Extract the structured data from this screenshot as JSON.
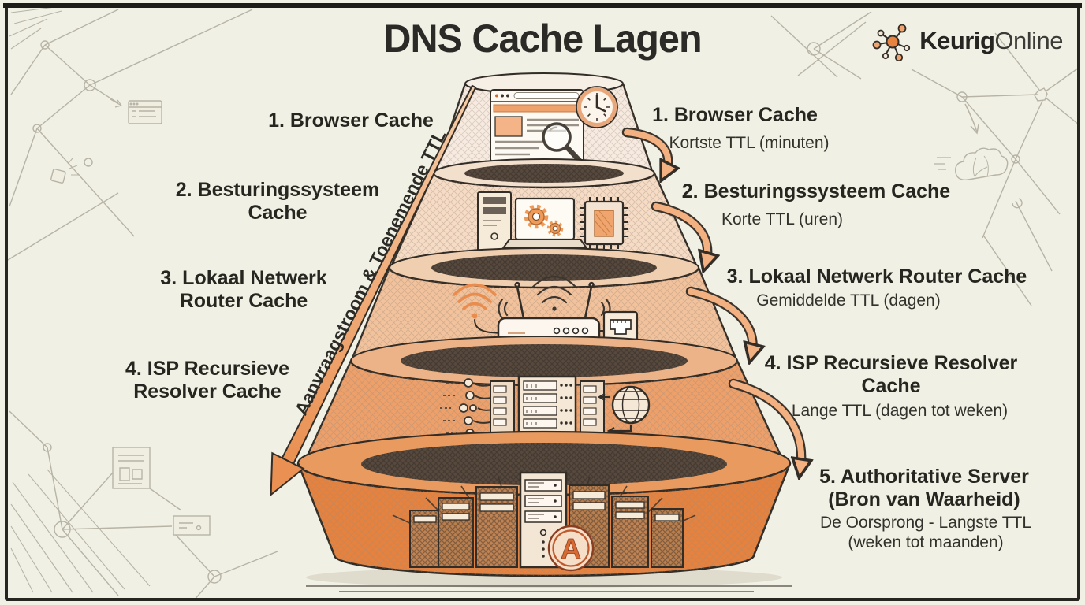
{
  "title": "DNS Cache Lagen",
  "logo": {
    "brand_bold": "Keurig",
    "brand_light": "Online",
    "icon": "network-hub-icon",
    "accent_color": "#e8823f"
  },
  "flow_arrow": {
    "label": "Aanvraagstroom & Toenemende TTL",
    "direction": "top-right to bottom-left"
  },
  "colors": {
    "background": "#f1f0e5",
    "ink": "#332d27",
    "accent": "#e8823f",
    "tier_colors": [
      "#f7ebe1",
      "#f6dcc5",
      "#f2c29c",
      "#eda06a",
      "#e5823f"
    ]
  },
  "pyramid": {
    "a_badge": "A",
    "tier_count": 5
  },
  "layers": [
    {
      "left_label": "1. Browser Cache",
      "right_title": "1. Browser Cache",
      "right_sub": "Kortste TTL (minuten)",
      "icons": [
        "browser-window-icon",
        "magnifier-icon",
        "clock-icon"
      ]
    },
    {
      "left_label": "2. Besturingssysteem Cache",
      "right_title": "2. Besturingssysteem Cache",
      "right_sub": "Korte TTL (uren)",
      "icons": [
        "pc-tower-icon",
        "laptop-gears-icon",
        "cpu-chip-icon"
      ]
    },
    {
      "left_label": "3. Lokaal Netwerk Router Cache",
      "right_title": "3. Lokaal Netwerk Router Cache",
      "right_sub": "Gemiddelde TTL (dagen)",
      "icons": [
        "wifi-icon",
        "router-icon",
        "ethernet-port-icon"
      ]
    },
    {
      "left_label": "4. ISP Recursieve Resolver Cache",
      "right_title": "4. ISP Recursieve Resolver Cache",
      "right_sub": "Lange TTL (dagen tot weken)",
      "icons": [
        "network-links-icon",
        "server-rack-icon",
        "globe-icon"
      ]
    },
    {
      "right_title": "5. Authoritative Server (Bron van Waarheid)",
      "right_sub": "De Oorsprong - Langste TTL (weken tot maanden)",
      "icons": [
        "server-skyline-icon",
        "a-record-badge-icon",
        "rays-icon"
      ]
    }
  ]
}
